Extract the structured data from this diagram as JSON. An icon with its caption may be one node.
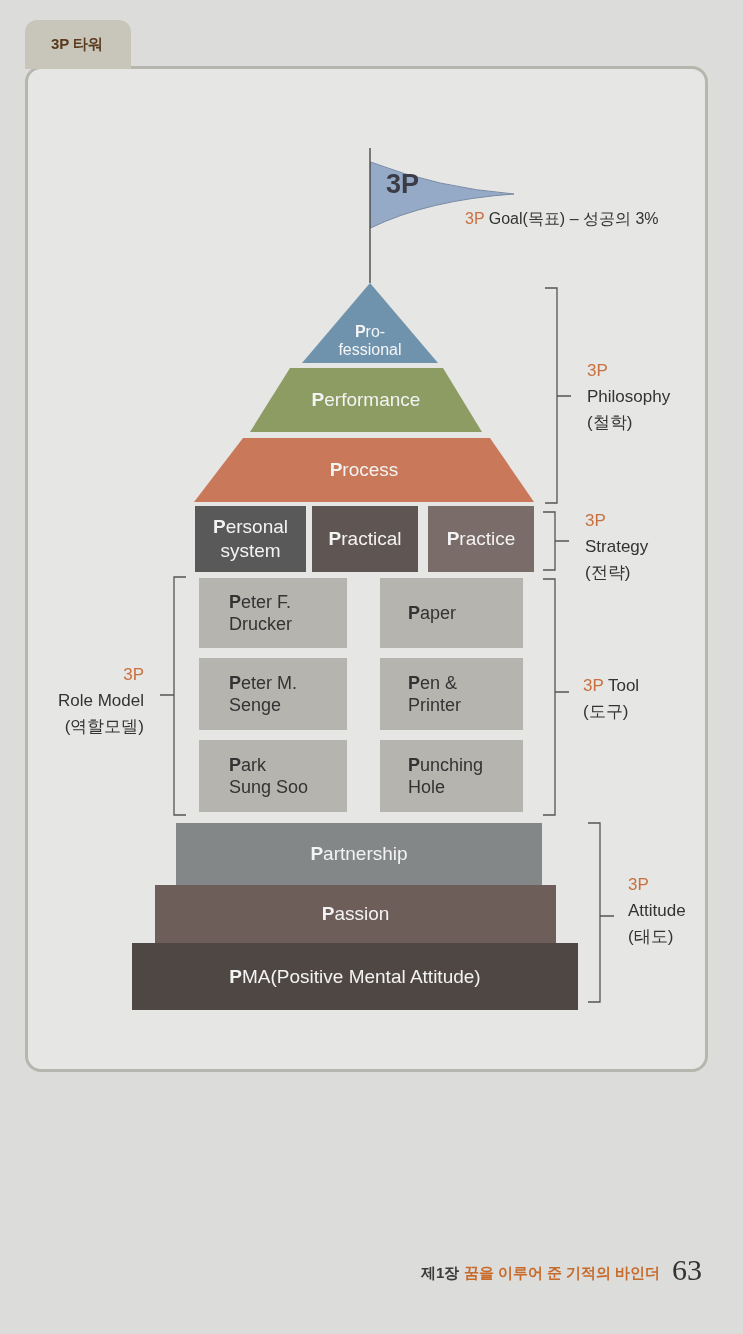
{
  "diagram": {
    "title": "3P 타워",
    "nodes": [
      {
        "text": [
          "3P"
        ],
        "beside": [
          "3P Goal(목표) – 성공의 3%"
        ]
      },
      {
        "text": [
          "**P**ro-fessional"
        ]
      },
      {
        "text": [
          "**P**erformance"
        ]
      },
      {
        "text": [
          "**P**rocess"
        ]
      },
      {
        "text": [
          "**P**ersonal system"
        ]
      },
      {
        "text": [
          "**P**ractical"
        ]
      },
      {
        "text": [
          "**P**ractice"
        ]
      },
      {
        "text": [
          "**P**eter F. Drucker"
        ]
      },
      {
        "text": [
          "**P**aper"
        ]
      },
      {
        "text": [
          "**P**eter M. Senge"
        ]
      },
      {
        "text": [
          "**P**en & Printer"
        ]
      },
      {
        "text": [
          "**P**ark Sung Soo"
        ]
      },
      {
        "text": [
          "**P**unching Hole"
        ]
      },
      {
        "text": [
          "**P**artnership"
        ]
      },
      {
        "text": [
          "**P**assion"
        ]
      },
      {
        "text": [
          "**P**MA(Positive Mental Attitude)"
        ]
      }
    ],
    "edges": [
      {
        "from": 0,
        "to": 1,
        "arrow": "none"
      }
    ],
    "labels": [
      "3P Philosophy (철학)",
      "3P Strategy (전략)",
      "3P Role Model (역할모델)",
      "3P Tool (도구)",
      "3P Attitude (태도)",
      "제1장 꿈을 이루어 준 기적의 바인더",
      "63"
    ]
  }
}
